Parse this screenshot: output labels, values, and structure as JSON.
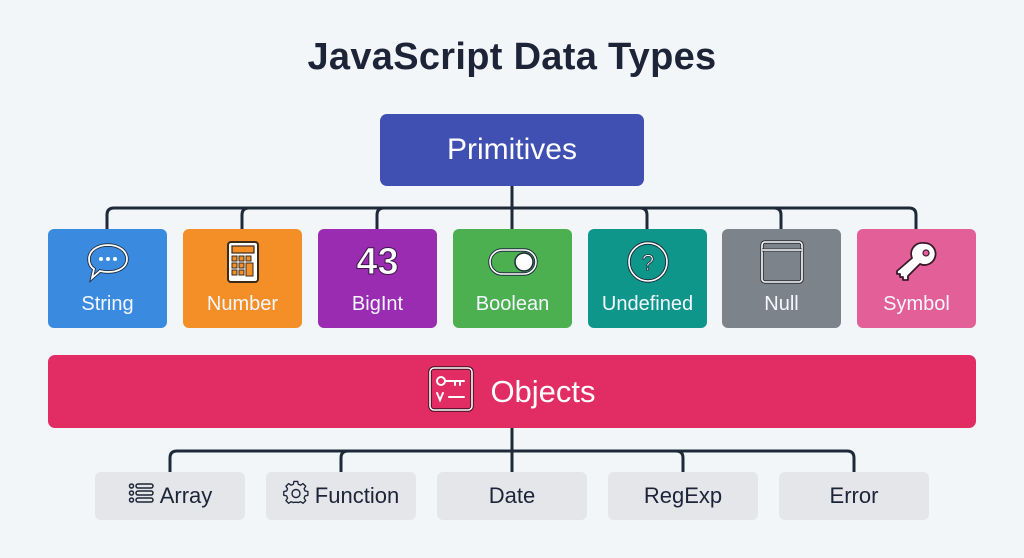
{
  "title": "JavaScript Data Types",
  "primitives": {
    "label": "Primitives",
    "color": "#3f4fb2",
    "items": [
      {
        "label": "String",
        "icon": "speech-bubble-icon",
        "color": "#3a8be0"
      },
      {
        "label": "Number",
        "icon": "calculator-icon",
        "color": "#f38f26"
      },
      {
        "label": "BigInt",
        "icon": "number-43-icon",
        "icon_text": "43",
        "color": "#9a2cb1"
      },
      {
        "label": "Boolean",
        "icon": "toggle-switch-icon",
        "color": "#4caf50"
      },
      {
        "label": "Undefined",
        "icon": "question-circle-icon",
        "color": "#0f968a"
      },
      {
        "label": "Null",
        "icon": "empty-window-icon",
        "color": "#7c838b"
      },
      {
        "label": "Symbol",
        "icon": "key-icon",
        "color": "#e35f98"
      }
    ]
  },
  "objects": {
    "label": "Objects",
    "icon": "key-value-icon",
    "color": "#e22d64",
    "items": [
      {
        "label": "Array",
        "icon": "list-icon"
      },
      {
        "label": "Function",
        "icon": "gear-icon"
      },
      {
        "label": "Date",
        "icon": ""
      },
      {
        "label": "RegExp",
        "icon": ""
      },
      {
        "label": "Error",
        "icon": ""
      }
    ]
  },
  "colors": {
    "background": "#f3f6f9",
    "connector": "#1e2a3a",
    "title_text": "#1d2438",
    "object_item_bg": "#e4e6ea"
  }
}
